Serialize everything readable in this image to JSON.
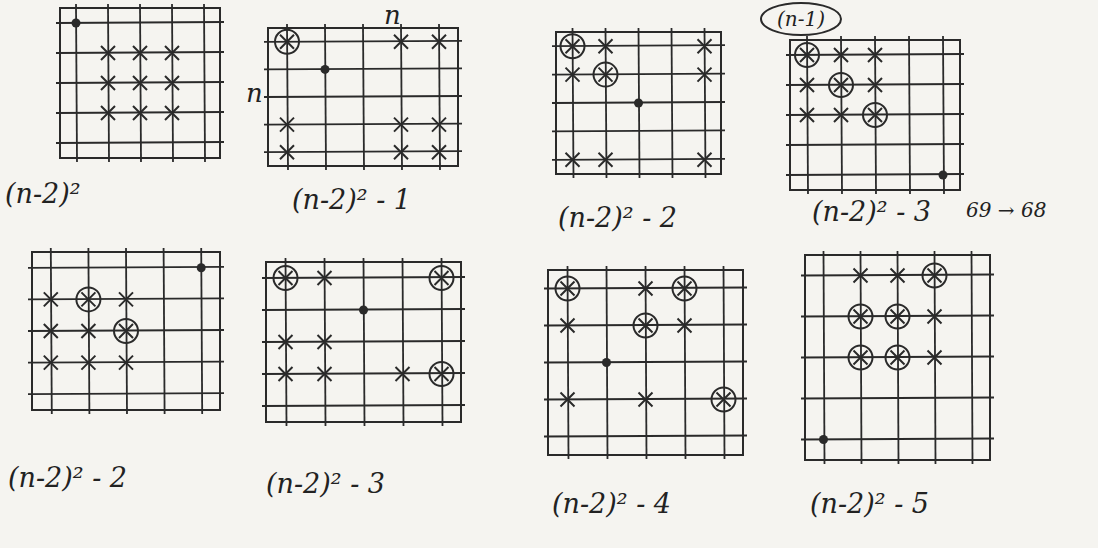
{
  "diagram": {
    "nodes": [
      {
        "text": [
          "(n-2)²"
        ]
      },
      {
        "text": [
          "(n-2)² - 1"
        ]
      },
      {
        "text": [
          "(n-2)² - 2"
        ]
      },
      {
        "text": [
          "(n-1)"
        ]
      },
      {
        "text": [
          "(n-2)² - 3"
        ]
      },
      {
        "text": [
          "(n-2)² - 2"
        ]
      },
      {
        "text": [
          "(n-2)² - 3"
        ]
      },
      {
        "text": [
          "(n-2)² - 4"
        ]
      },
      {
        "text": [
          "(n-2)² - 5"
        ]
      }
    ],
    "labels": [
      "n",
      "n",
      "69 → 68"
    ]
  }
}
